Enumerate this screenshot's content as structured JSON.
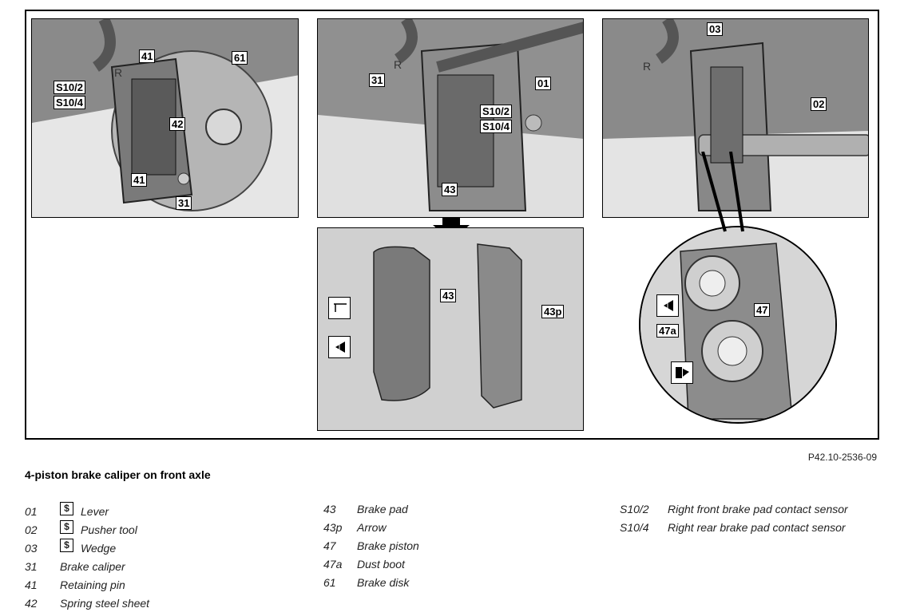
{
  "figure": {
    "panel1": {
      "callouts": [
        "41",
        "61",
        "S10/2",
        "S10/4",
        "42",
        "41",
        "31"
      ],
      "marks": [
        "R"
      ]
    },
    "panel2": {
      "callouts": [
        "31",
        "01",
        "S10/2",
        "S10/4",
        "43"
      ],
      "marks": [
        "R"
      ]
    },
    "panel3": {
      "callouts": [
        "03",
        "02"
      ],
      "marks": [
        "R"
      ]
    },
    "panel4": {
      "callouts": [
        "43",
        "43p"
      ]
    },
    "panel5": {
      "callouts": [
        "47",
        "47a"
      ]
    },
    "reference": "P42.10-2536-09"
  },
  "title": "4-piston brake caliper on front axle",
  "legend": {
    "col1": [
      {
        "code": "01",
        "tool": true,
        "desc": "Lever"
      },
      {
        "code": "02",
        "tool": true,
        "desc": "Pusher tool"
      },
      {
        "code": "03",
        "tool": true,
        "desc": "Wedge"
      },
      {
        "code": "31",
        "tool": false,
        "desc": "Brake caliper"
      },
      {
        "code": "41",
        "tool": false,
        "desc": "Retaining pin"
      },
      {
        "code": "42",
        "tool": false,
        "desc": "Spring steel sheet"
      }
    ],
    "col2": [
      {
        "code": "43",
        "desc": "Brake pad"
      },
      {
        "code": "43p",
        "desc": "Arrow"
      },
      {
        "code": "47",
        "desc": "Brake piston"
      },
      {
        "code": "47a",
        "desc": "Dust boot"
      },
      {
        "code": "61",
        "desc": "Brake disk"
      }
    ],
    "col3": [
      {
        "code": "S10/2",
        "desc": "Right front brake pad contact sensor"
      },
      {
        "code": "S10/4",
        "desc": "Right rear brake pad contact sensor"
      }
    ]
  }
}
